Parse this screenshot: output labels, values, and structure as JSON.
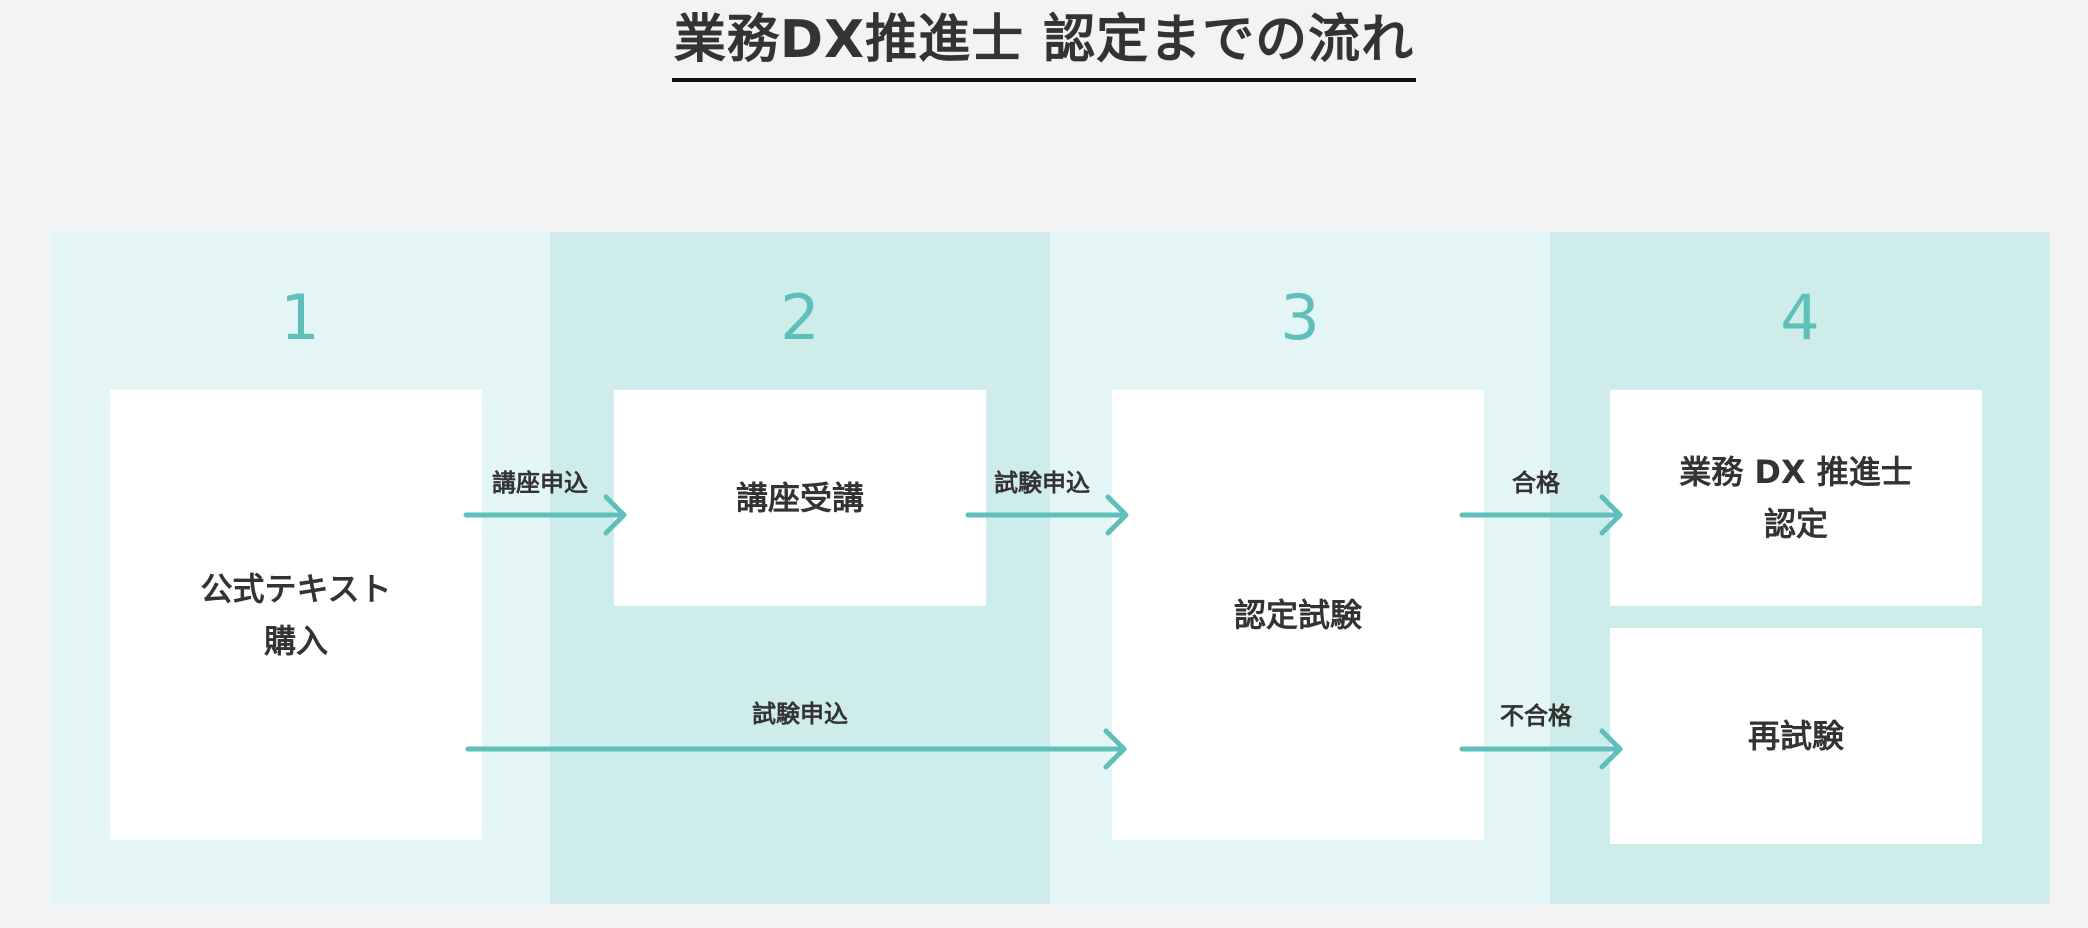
{
  "title": "業務DX推進士 認定までの流れ",
  "colors": {
    "background": "#f3f3f3",
    "band_light": "#e3f5f4",
    "band_dark": "#ceecea",
    "accent": "#5fbfba",
    "text": "#333333"
  },
  "steps": [
    {
      "number": "1"
    },
    {
      "number": "2"
    },
    {
      "number": "3"
    },
    {
      "number": "4"
    }
  ],
  "nodes": {
    "text_purchase": {
      "line1": "公式テキスト",
      "line2": "購入"
    },
    "course": {
      "label": "講座受講"
    },
    "exam": {
      "label": "認定試験"
    },
    "certified": {
      "line1": "業務 DX 推進士",
      "line2": "認定"
    },
    "retake": {
      "label": "再試験"
    }
  },
  "edges": {
    "course_apply": "講座申込",
    "exam_apply_from_course": "試験申込",
    "exam_apply_direct": "試験申込",
    "pass": "合格",
    "fail": "不合格"
  }
}
